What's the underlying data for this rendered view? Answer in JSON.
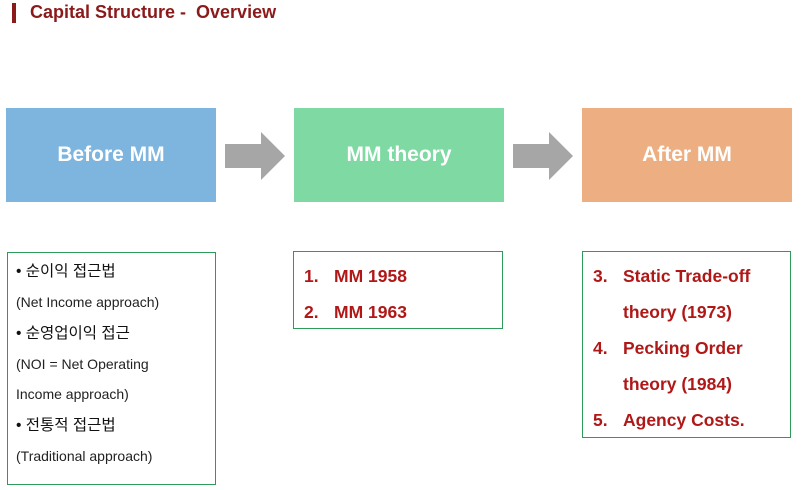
{
  "header": {
    "title": "Capital Structure -  Overview"
  },
  "stages": [
    {
      "label": "Before MM",
      "color": "#7eb5df"
    },
    {
      "label": "MM theory",
      "color": "#7fd9a3"
    },
    {
      "label": "After MM",
      "color": "#edaf81"
    }
  ],
  "arrow_color": "#a6a6a6",
  "before_mm": {
    "items": [
      {
        "bullet": "• 순이익 접근법",
        "detail": "(Net Income approach)"
      },
      {
        "bullet": "• 순영업이익 접근",
        "detail_lines": [
          "(NOI = Net Operating",
          "Income approach)"
        ]
      },
      {
        "bullet": "• 전통적 접근법",
        "detail": "(Traditional approach)"
      }
    ]
  },
  "mm_theory": {
    "items": [
      {
        "num": "1.",
        "text": "MM 1958"
      },
      {
        "num": "2.",
        "text": "MM 1963"
      }
    ]
  },
  "after_mm": {
    "items": [
      {
        "num": "3.",
        "lines": [
          "Static Trade-off",
          "theory (1973)"
        ]
      },
      {
        "num": "4.",
        "lines": [
          "Pecking Order",
          "theory (1984)"
        ]
      },
      {
        "num": "5.",
        "lines": [
          "Agency Costs."
        ]
      }
    ]
  }
}
